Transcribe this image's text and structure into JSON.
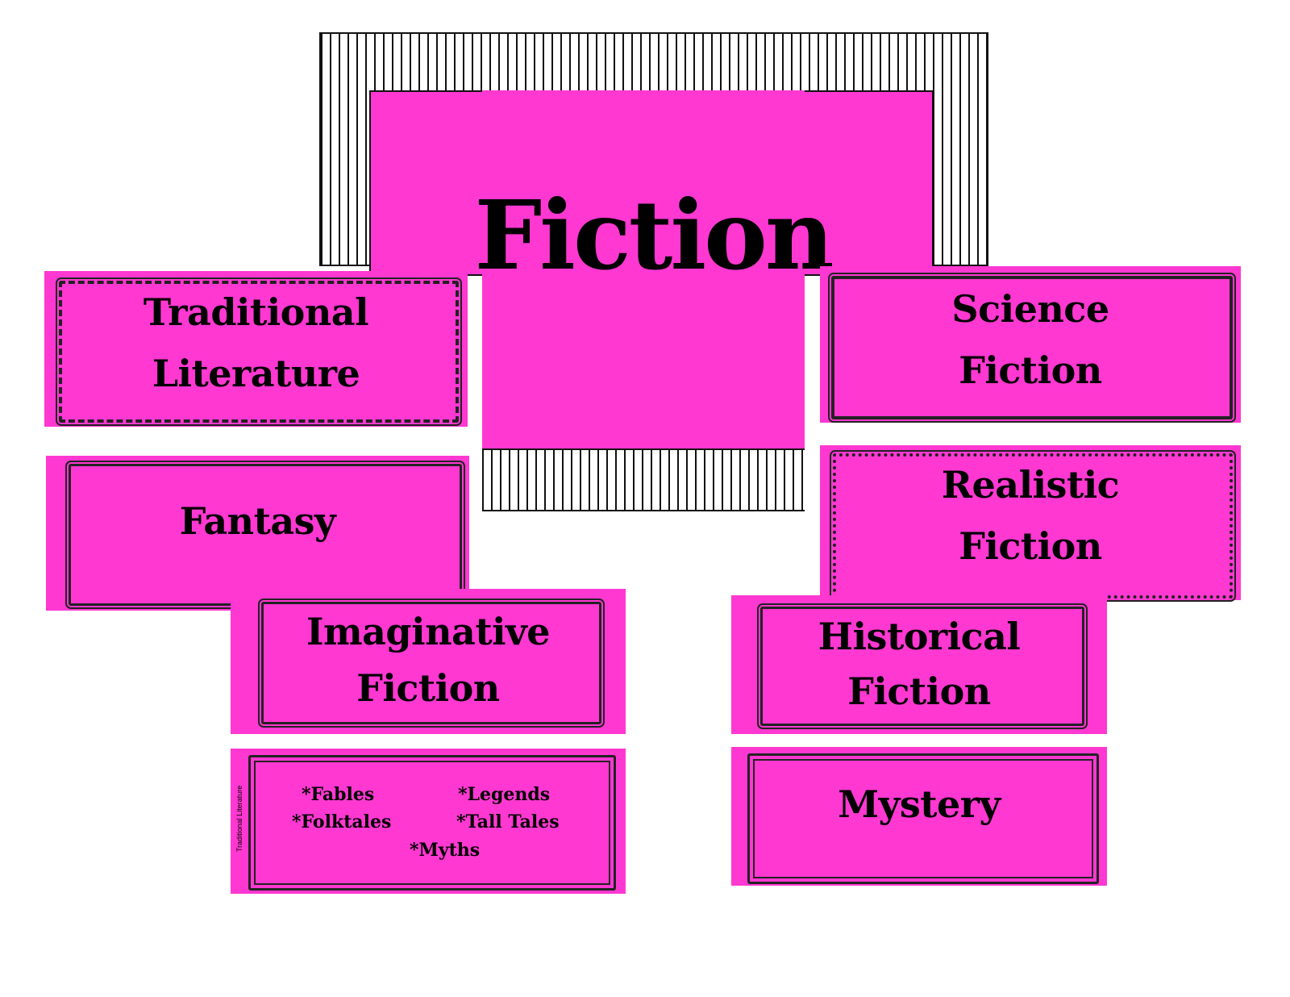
{
  "colors": {
    "pink": "#ff38d2",
    "ink": "#000000",
    "stripe": "#111111"
  },
  "title_card": {
    "title": "Fiction"
  },
  "cards": {
    "traditional": {
      "line1": "Traditional",
      "line2": "Literature"
    },
    "fantasy": {
      "line1": "Fantasy"
    },
    "imaginative": {
      "line1": "Imaginative",
      "line2": "Fiction"
    },
    "subgenres": {
      "side_label": "Traditional Literature",
      "items": [
        "*Fables",
        "*Legends",
        "*Folktales",
        "*Tall Tales",
        "*Myths"
      ]
    },
    "science": {
      "line1": "Science",
      "line2": "Fiction"
    },
    "realistic": {
      "line1": "Realistic",
      "line2": "Fiction"
    },
    "historical": {
      "line1": "Historical",
      "line2": "Fiction"
    },
    "mystery": {
      "line1": "Mystery"
    }
  }
}
